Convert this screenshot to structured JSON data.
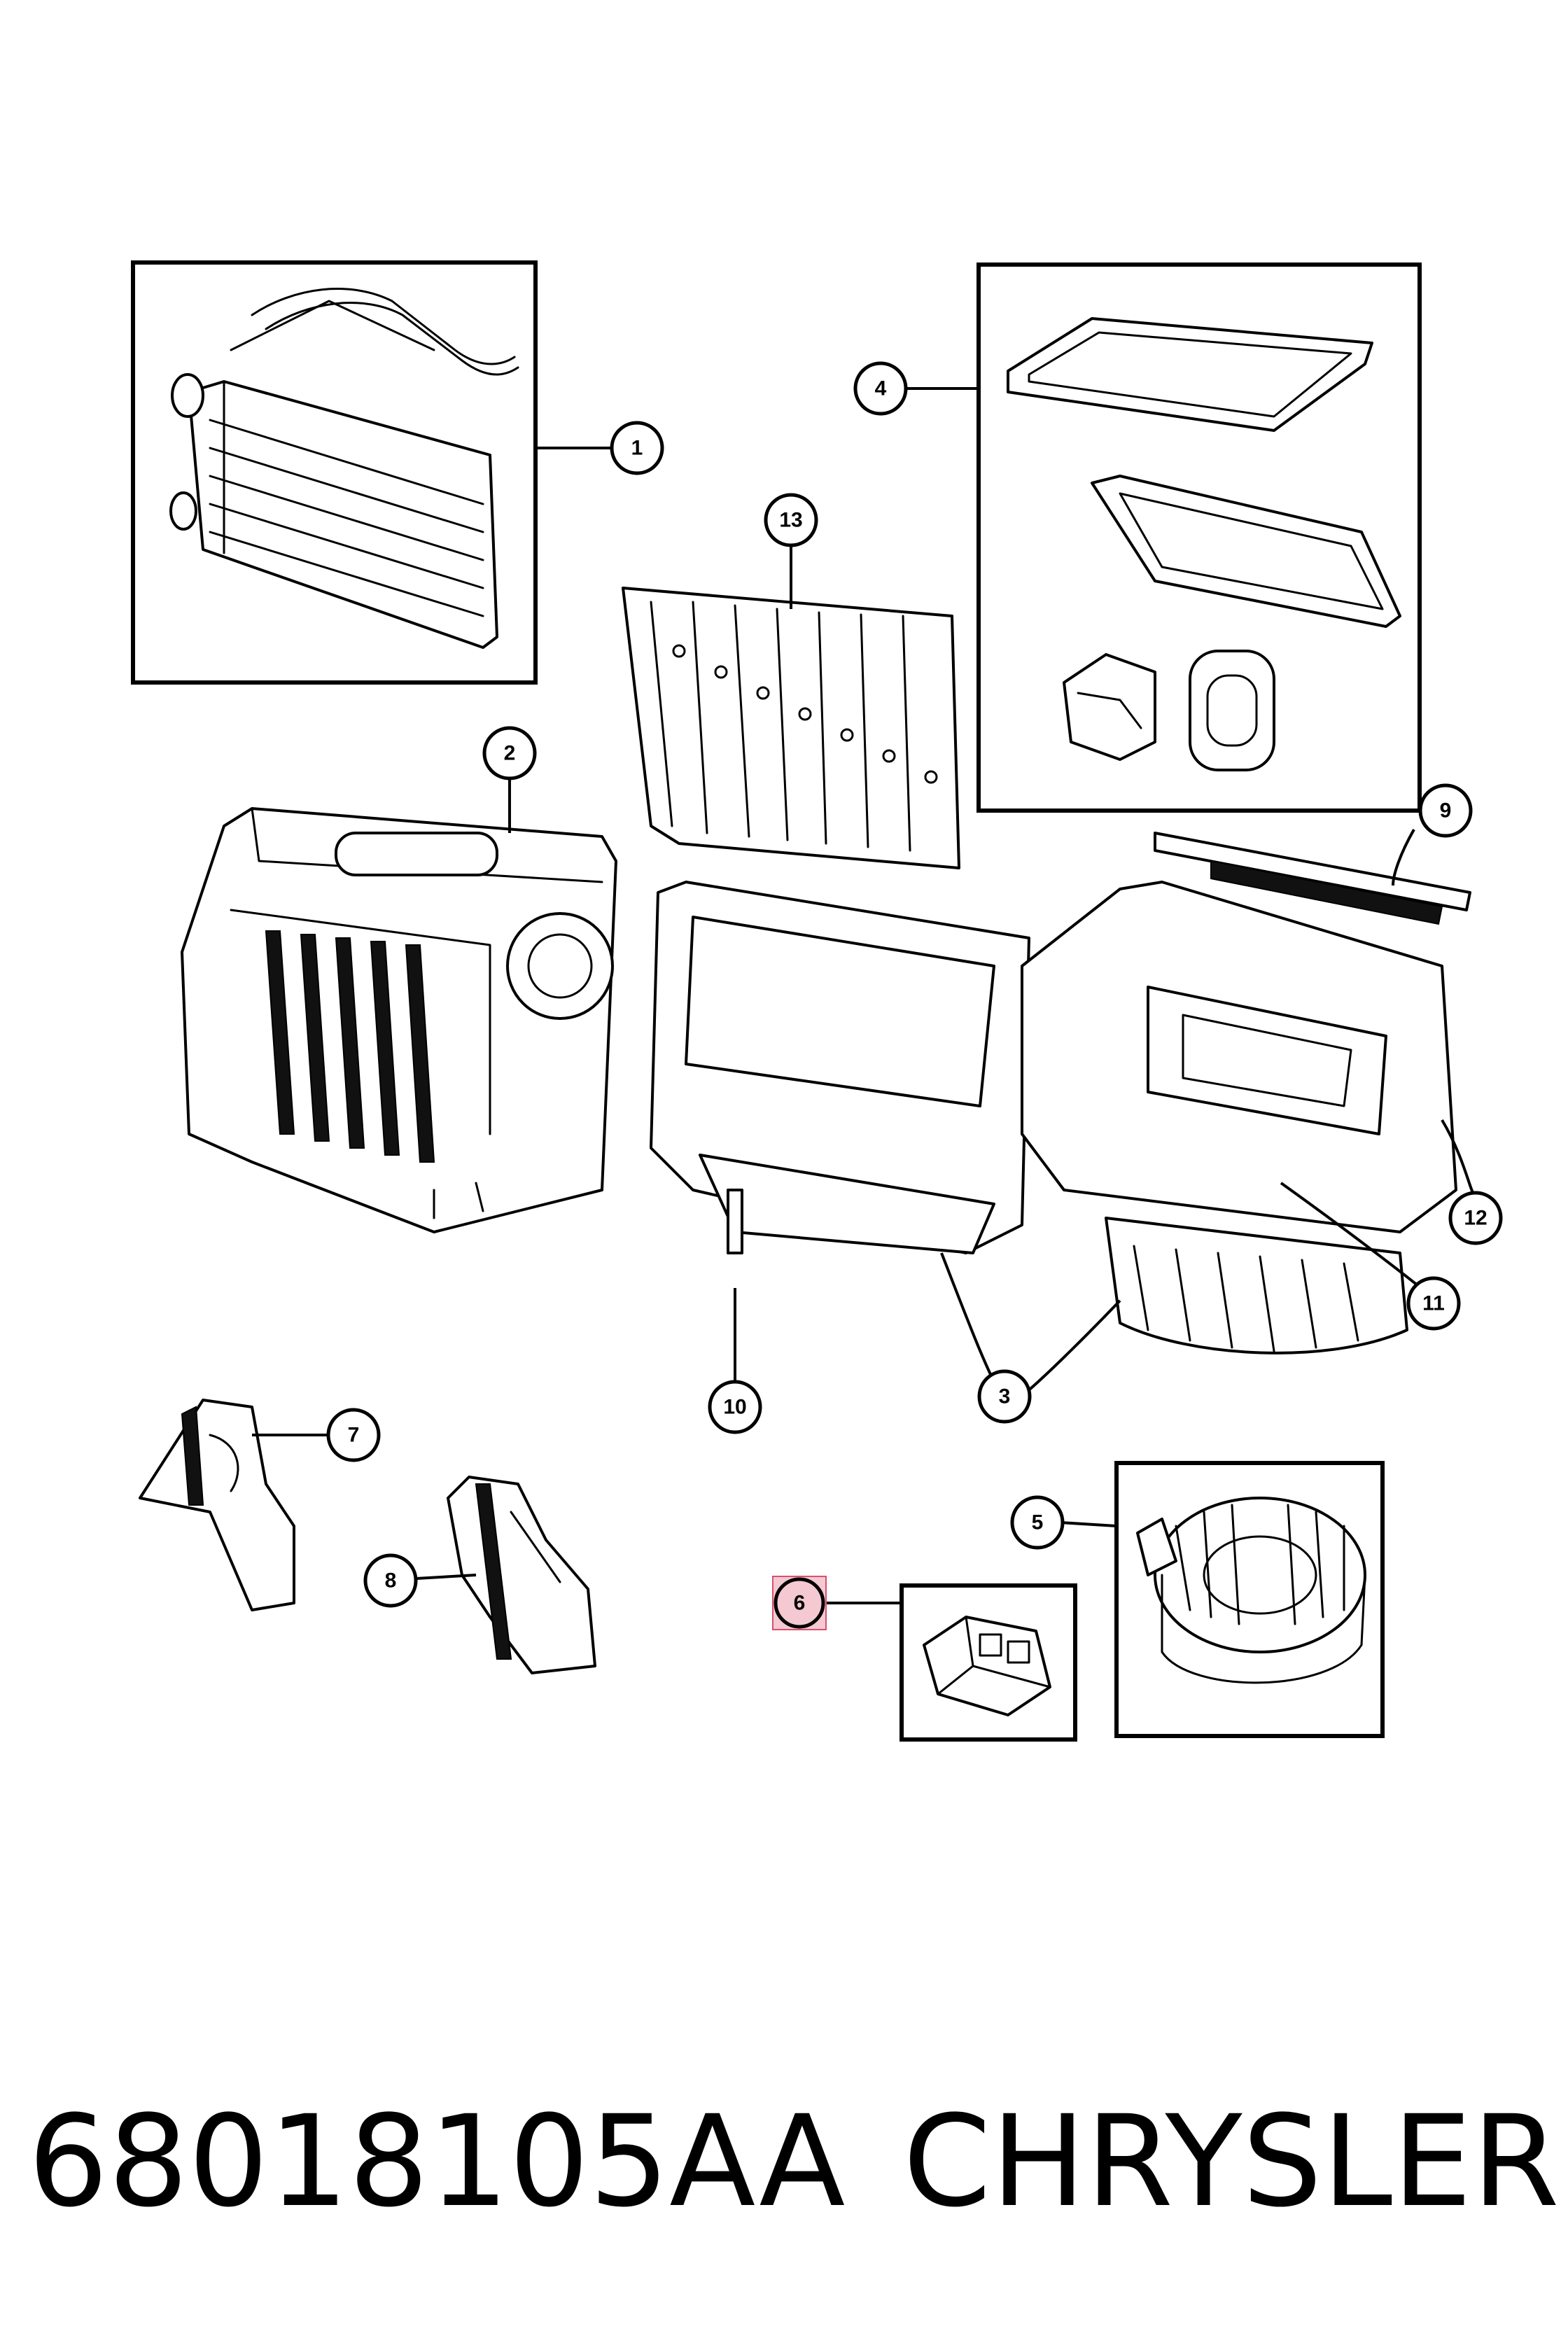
{
  "callouts": [
    {
      "id": "1",
      "label": "1"
    },
    {
      "id": "2",
      "label": "2"
    },
    {
      "id": "3",
      "label": "3"
    },
    {
      "id": "4",
      "label": "4"
    },
    {
      "id": "5",
      "label": "5"
    },
    {
      "id": "6",
      "label": "6",
      "highlighted": true
    },
    {
      "id": "7",
      "label": "7"
    },
    {
      "id": "8",
      "label": "8"
    },
    {
      "id": "9",
      "label": "9"
    },
    {
      "id": "10",
      "label": "10"
    },
    {
      "id": "11",
      "label": "11"
    },
    {
      "id": "12",
      "label": "12"
    },
    {
      "id": "13",
      "label": "13"
    }
  ],
  "footer": {
    "part_number": "68018105AA",
    "brand": "CHRYSLER"
  },
  "colors": {
    "line": "#000000",
    "background": "#ffffff",
    "highlight_fill": "#f4c9d2",
    "highlight_stroke": "#d9506e"
  }
}
